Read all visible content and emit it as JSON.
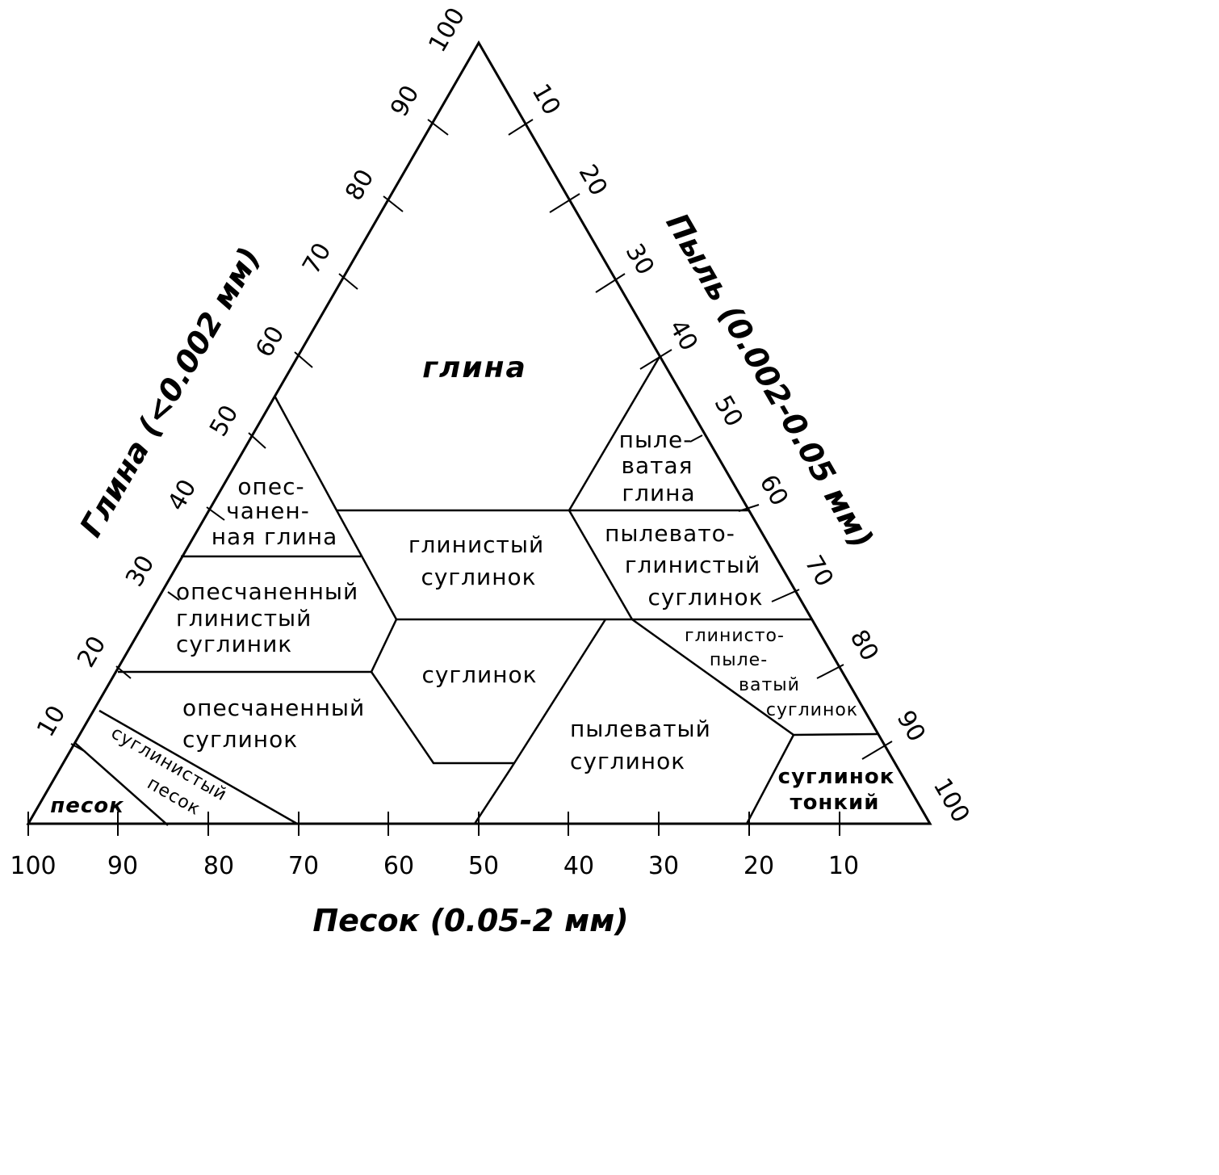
{
  "axes": {
    "sand": {
      "title": "Песок (0.05-2 мм)",
      "ticks": [
        "100",
        "90",
        "80",
        "70",
        "60",
        "50",
        "40",
        "30",
        "20",
        "10"
      ]
    },
    "clay": {
      "title": "Глина (<0.002 мм)",
      "ticks": [
        "10",
        "20",
        "30",
        "40",
        "50",
        "60",
        "70",
        "80",
        "90",
        "100"
      ]
    },
    "silt": {
      "title": "Пыль (0.002-0.05 мм)",
      "ticks": [
        "10",
        "20",
        "30",
        "40",
        "50",
        "60",
        "70",
        "80",
        "90",
        "100"
      ]
    }
  },
  "regions": {
    "clay": [
      "глина"
    ],
    "sandy_clay": [
      "опес-",
      "чанен-",
      "ная глина"
    ],
    "silty_clay": [
      "пыле-",
      "ватая",
      "глина"
    ],
    "clay_loam": [
      "глинистый",
      "суглинок"
    ],
    "sandy_clay_loam": [
      "опесчаненный",
      "глинистый",
      "суглиник"
    ],
    "silty_clay_loam": [
      "пылевато-",
      "глинистый",
      "суглинок"
    ],
    "loam": [
      "суглинок"
    ],
    "clay_silt_loam": [
      "глинисто-",
      "пыле-",
      "ватый",
      "суглинок"
    ],
    "sandy_loam": [
      "опесчаненный",
      "суглинок"
    ],
    "silt_loam": [
      "пылеватый",
      "суглинок"
    ],
    "loamy_sand": [
      "суглинистый",
      "песок"
    ],
    "sand": [
      "песок"
    ],
    "fine_loam": [
      "суглинок",
      "тонкий"
    ]
  }
}
